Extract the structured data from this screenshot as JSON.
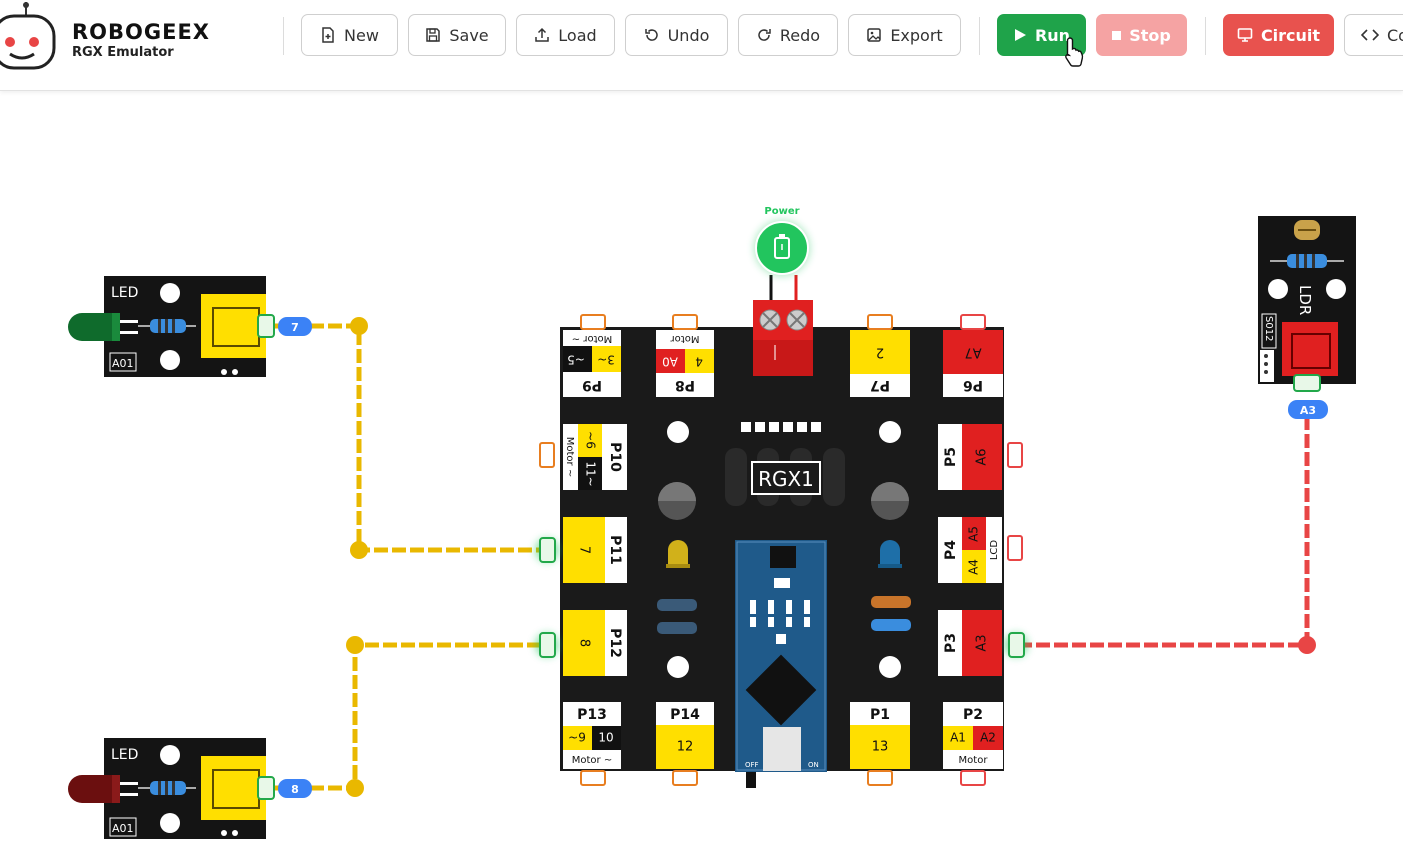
{
  "app": {
    "title": "ROBOGEEX",
    "subtitle": "RGX Emulator"
  },
  "toolbar": {
    "new_label": "New",
    "save_label": "Save",
    "load_label": "Load",
    "undo_label": "Undo",
    "redo_label": "Redo",
    "export_label": "Export",
    "run_label": "Run",
    "stop_label": "Stop",
    "circuit_label": "Circuit",
    "code_label": "Co"
  },
  "colors": {
    "run": "#1fa34a",
    "stop": "#f5a3a3",
    "circuit": "#e8524e",
    "wire_yellow": "#e9b800",
    "wire_red": "#e84545",
    "power": "#22c55e"
  },
  "board": {
    "name": "RGX1",
    "power_label": "Power",
    "ports": {
      "p1": {
        "name": "P1",
        "pin": "13"
      },
      "p2": {
        "name": "P2",
        "pins": [
          "A1",
          "A2"
        ],
        "tag": "Motor"
      },
      "p3": {
        "name": "P3",
        "pin": "A3"
      },
      "p4": {
        "name": "P4",
        "pins": [
          "A4",
          "A5"
        ],
        "tag": "LCD"
      },
      "p5": {
        "name": "P5",
        "pin": "A6"
      },
      "p6": {
        "name": "P6",
        "pin": "A7"
      },
      "p7": {
        "name": "P7",
        "pin": "2"
      },
      "p8": {
        "name": "P8",
        "pins": [
          "A0",
          "4"
        ],
        "tag": "Motor"
      },
      "p9": {
        "name": "P9",
        "pins": [
          "~5",
          "3~"
        ],
        "tag": "Motor ~"
      },
      "p10": {
        "name": "P10",
        "pins": [
          "~6",
          "11~"
        ],
        "tag": "Motor ~"
      },
      "p11": {
        "name": "P11",
        "pin": "7"
      },
      "p12": {
        "name": "P12",
        "pin": "8"
      },
      "p13": {
        "name": "P13",
        "pins": [
          "~9",
          "10"
        ],
        "tag": "Motor ~"
      },
      "p14": {
        "name": "P14",
        "pin": "12"
      }
    },
    "nano": {
      "off": "OFF",
      "on": "ON"
    }
  },
  "components": {
    "led_top": {
      "label": "LED",
      "code": "A01",
      "pin_badge": "7"
    },
    "led_bottom": {
      "label": "LED",
      "code": "A01",
      "pin_badge": "8"
    },
    "ldr": {
      "label": "LDR",
      "code": "S012",
      "pin_badge": "A3"
    }
  }
}
